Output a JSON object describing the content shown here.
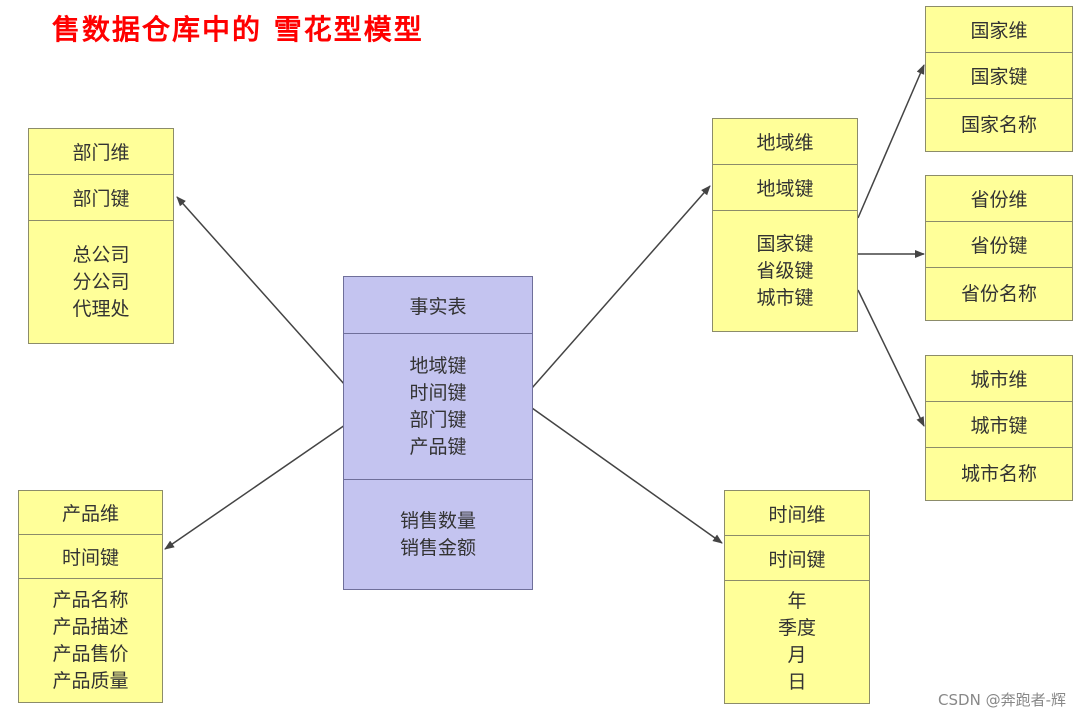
{
  "title": "售数据仓库中的 雪花型模型",
  "colors": {
    "title": "#ff0000",
    "dimension_fill": "#ffff99",
    "fact_fill": "#c4c4f0",
    "arrow": "#444444"
  },
  "fact_table": {
    "name": "事实表",
    "keys": [
      "地域键",
      "时间键",
      "部门键",
      "产品键"
    ],
    "measures": [
      "销售数量",
      "销售金额"
    ]
  },
  "dept_dim": {
    "name": "部门维",
    "key": "部门键",
    "attrs": [
      "总公司",
      "分公司",
      "代理处"
    ]
  },
  "product_dim": {
    "name": "产品维",
    "key": "时间键",
    "attrs": [
      "产品名称",
      "产品描述",
      "产品售价",
      "产品质量"
    ]
  },
  "region_dim": {
    "name": "地域维",
    "key": "地域键",
    "attrs": [
      "国家键",
      "省级键",
      "城市键"
    ]
  },
  "time_dim": {
    "name": "时间维",
    "key": "时间键",
    "attrs": [
      "年",
      "季度",
      "月",
      "日"
    ]
  },
  "country_dim": {
    "name": "国家维",
    "key": "国家键",
    "attr": "国家名称"
  },
  "province_dim": {
    "name": "省份维",
    "key": "省份键",
    "attr": "省份名称"
  },
  "city_dim": {
    "name": "城市维",
    "key": "城市键",
    "attr": "城市名称"
  },
  "watermark": "CSDN @奔跑者-辉"
}
